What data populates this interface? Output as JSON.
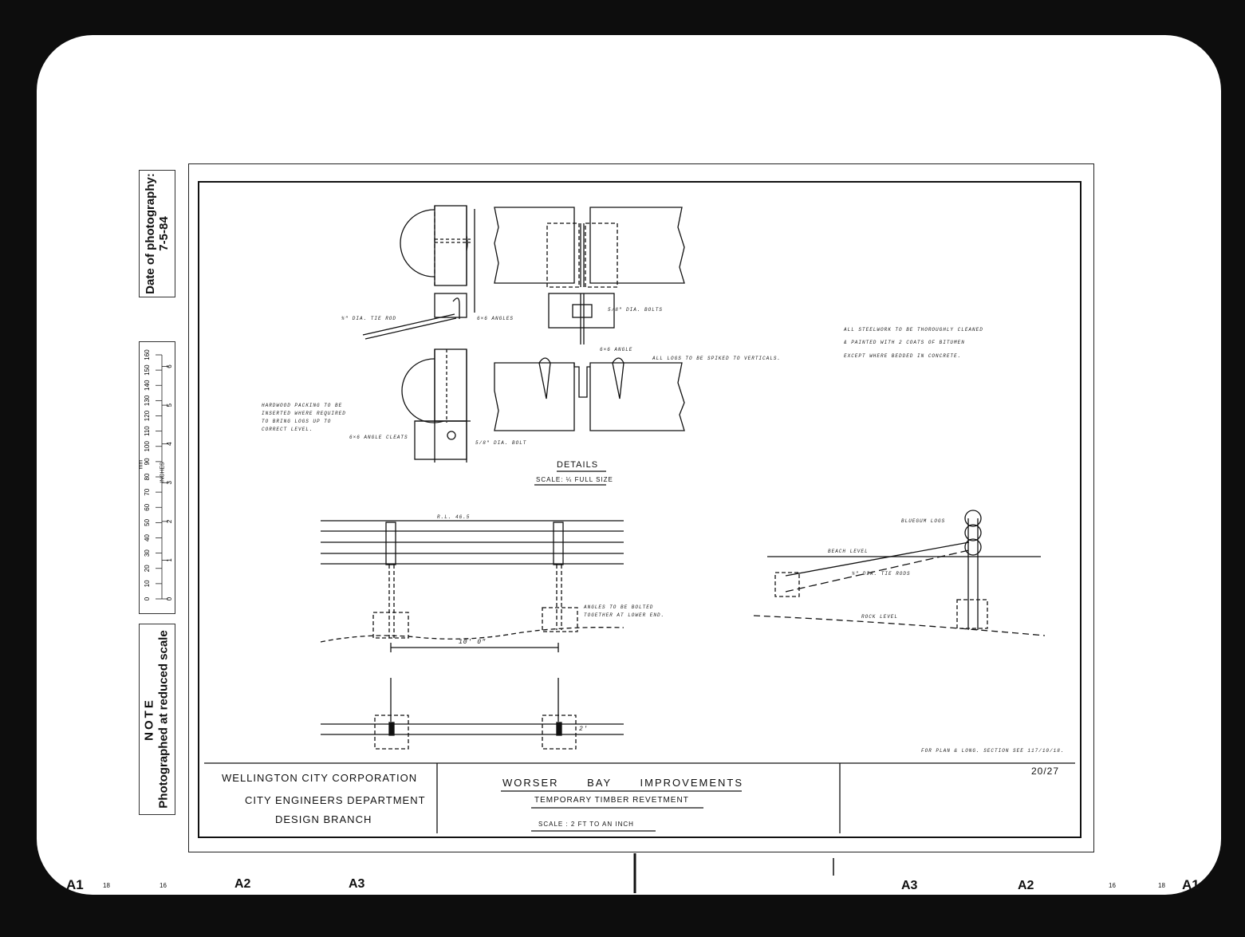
{
  "side_labels": {
    "date_title": "Date of photography:",
    "date_value": "7-5-84",
    "mm_label": "mm",
    "inches_label": "INCHES",
    "mm_ticks": [
      "0",
      "10",
      "20",
      "30",
      "40",
      "50",
      "60",
      "70",
      "80",
      "90",
      "100",
      "110",
      "120",
      "130",
      "140",
      "150",
      "160"
    ],
    "inch_ticks": [
      "0",
      "1",
      "2",
      "3",
      "4",
      "5",
      "6"
    ],
    "note_title": "NOTE",
    "note_text": "Photographed at reduced scale"
  },
  "title_block": {
    "org_line1": "WELLINGTON CITY CORPORATION",
    "org_line2": "CITY ENGINEERS DEPARTMENT",
    "org_line3": "DESIGN BRANCH",
    "project": "WORSER BAY IMPROVEMENTS",
    "drawing": "TEMPORARY TIMBER REVETMENT",
    "scale": "SCALE : 2 FT TO AN INCH",
    "number": "20/27"
  },
  "details": {
    "title": "DETAILS",
    "scale": "SCALE: ¼ FULL SIZE"
  },
  "notes": {
    "steel_line1": "ALL STEELWORK TO BE THOROUGHLY CLEANED",
    "steel_line2": "& PAINTED WITH 2 COATS OF BITUMEN",
    "steel_line3": "EXCEPT WHERE BEDDED IN CONCRETE.",
    "tie_rod": "¾\" DIA. TIE ROD",
    "angles": "6×6 ANGLES",
    "bolts": "5/8\" DIA. BOLTS",
    "spiked": "ALL LOGS TO BE SPIKED TO VERTICALS.",
    "angle": "6×6 ANGLE",
    "packing_line1": "HARDWOOD PACKING TO BE",
    "packing_line2": "INSERTED WHERE REQUIRED",
    "packing_line3": "TO BRING LOGS UP TO",
    "packing_line4": "CORRECT LEVEL.",
    "cleats": "6×6 ANGLE CLEATS",
    "bolt": "5/8\" DIA. BOLT",
    "bolted_line1": "ANGLES TO BE BOLTED",
    "bolted_line2": "TOGETHER AT LOWER END.",
    "rl": "R.L. 46.5",
    "bluegum": "BLUEGUM LOGS",
    "beach": "BEACH LEVEL",
    "tie_rods": "¾\" DIA. TIE RODS",
    "rock": "ROCK LEVEL",
    "plan_ref": "FOR PLAN & LONG. SECTION SEE 117/10/18.",
    "dim_10": "10' 0\"",
    "dim_2": "2'"
  },
  "edge_markers": [
    "A1",
    "18",
    "16",
    "A2",
    "A3",
    "A3",
    "A2",
    "16",
    "18",
    "A1"
  ]
}
